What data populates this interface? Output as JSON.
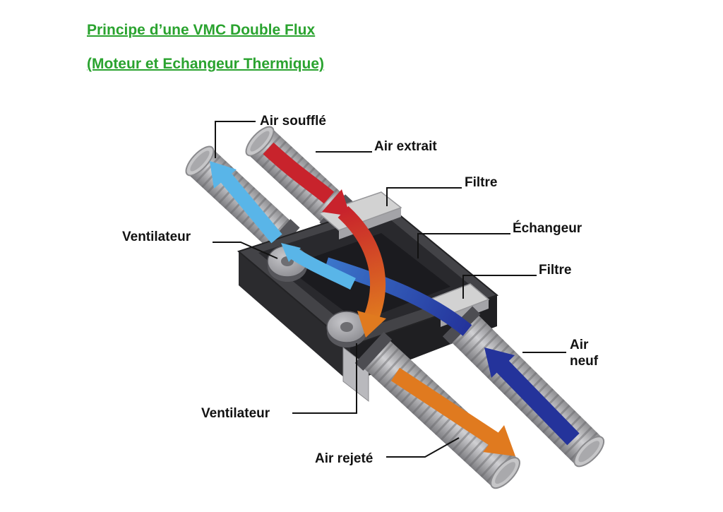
{
  "title": {
    "line1": "Principe d’une VMC Double Flux",
    "line2": "(Moteur et Echangeur Thermique)",
    "color": "#2aa32f"
  },
  "diagram": {
    "labels": {
      "air_souffle": "Air soufflé",
      "air_extrait": "Air extrait",
      "filtre_top": "Filtre",
      "echangeur": "Échangeur",
      "filtre_bottom": "Filtre",
      "air_neuf_line1": "Air",
      "air_neuf_line2": "neuf",
      "ventilateur_top": "Ventilateur",
      "ventilateur_bottom": "Ventilateur",
      "air_rejete": "Air rejeté"
    },
    "arrow_colors": {
      "air_souffle": "#59b5e8",
      "air_extrait": "#c8232c",
      "air_neuf": "#24339b",
      "air_rejete": "#e07a1f"
    },
    "unit_colors": {
      "body": "#434347",
      "cavity": "#1b1b1f",
      "duct": "#a9a9ac",
      "filter": "#d2d2d2"
    }
  }
}
